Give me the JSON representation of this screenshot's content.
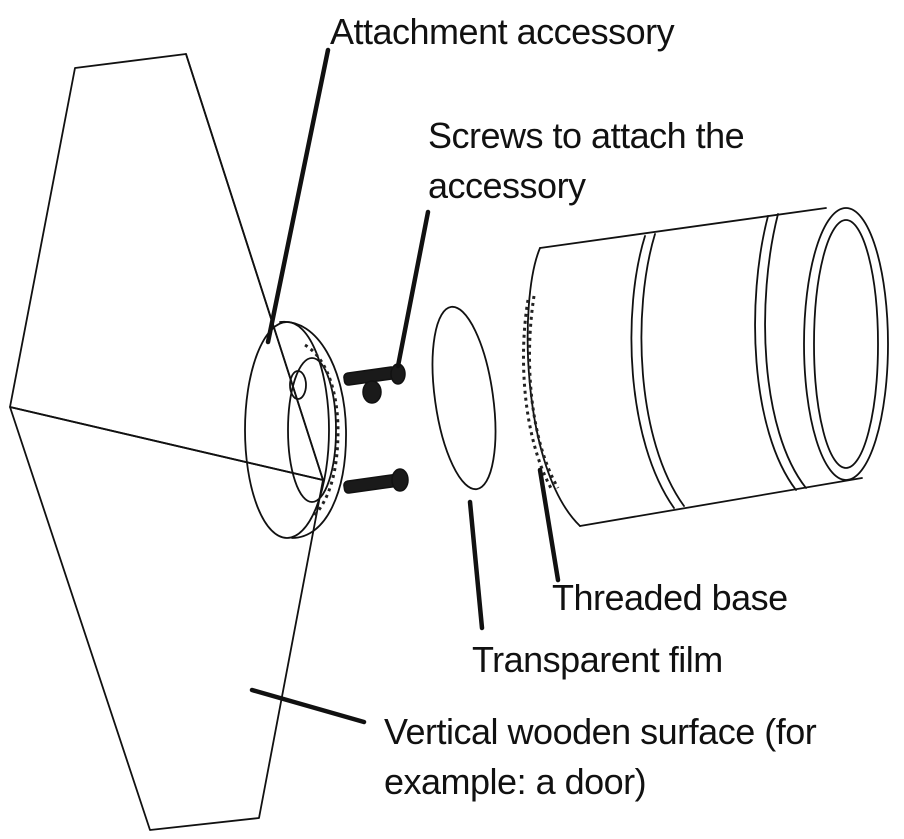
{
  "labels": {
    "attachment_accessory": "Attachment accessory",
    "screws_line1": "Screws to attach the",
    "screws_line2": "accessory",
    "threaded_base": "Threaded base",
    "transparent_film": "Transparent film",
    "surface_line1": "Vertical wooden surface (for",
    "surface_line2": "example: a door)"
  }
}
